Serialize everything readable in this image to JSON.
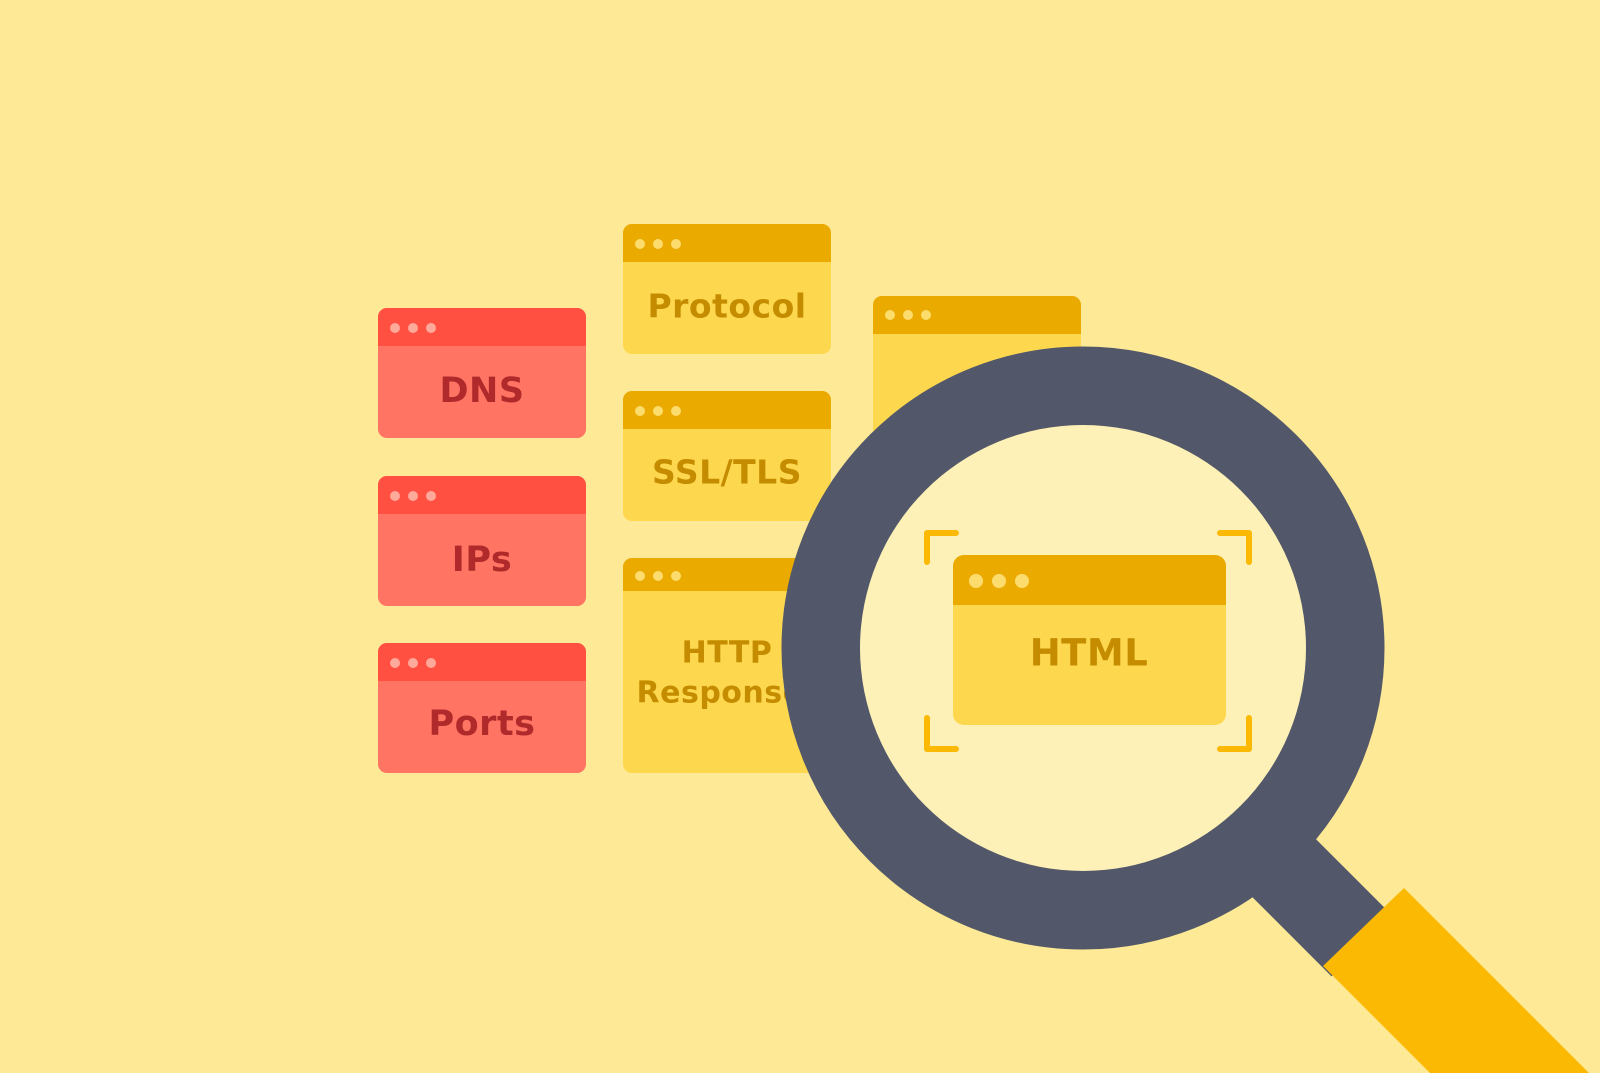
{
  "colors": {
    "background": "#fee996",
    "red_card_body": "#ff7463",
    "red_card_bar": "#ff5042",
    "red_card_text": "#b02a2c",
    "yellow_card_body": "#fdd84f",
    "yellow_card_bar": "#ebaa00",
    "yellow_card_text": "#c58c00",
    "lens_fill": "#fdf1b7",
    "magnifier_frame": "#525869",
    "magnifier_handle": "#fbb903",
    "focus_brackets": "#fbb903"
  },
  "icons": {
    "magnifier": "magnifying-glass-icon",
    "window_dots": "window-controls-icon",
    "focus": "focus-brackets-icon"
  },
  "cards": {
    "dns": "DNS",
    "ips": "IPs",
    "ports": "Ports",
    "protocol": "Protocol",
    "ssl_tls": "SSL/TLS",
    "http_line1": "HTTP",
    "http_line2": "Response",
    "html": "HTML"
  }
}
